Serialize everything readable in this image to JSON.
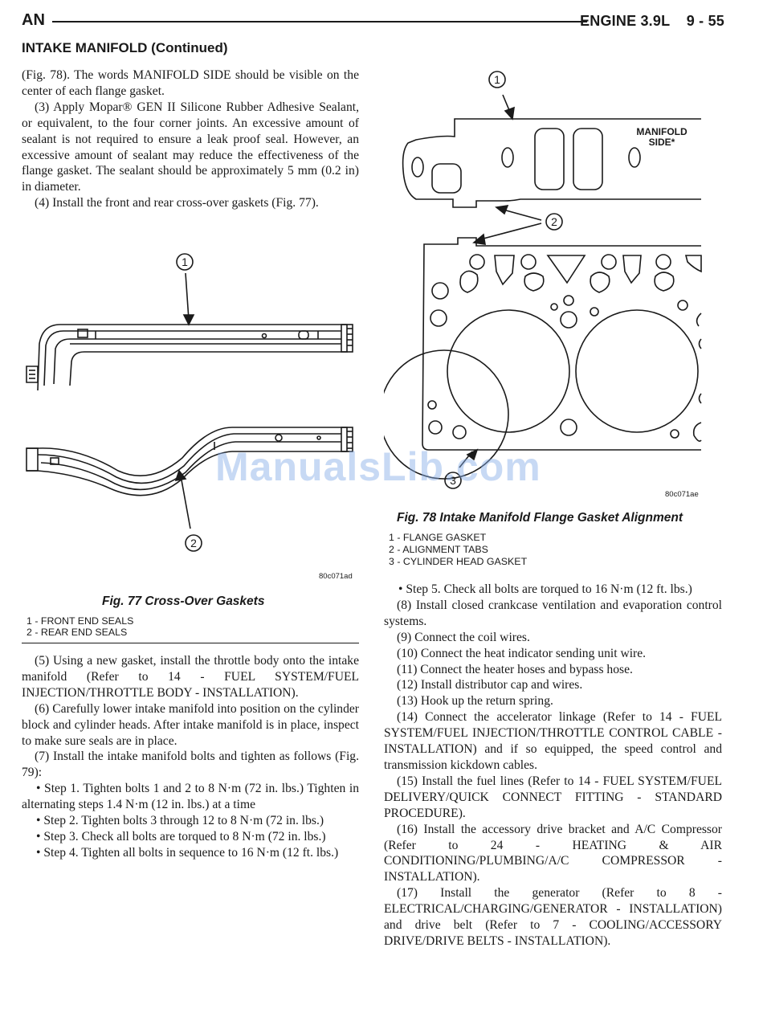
{
  "header": {
    "left": "AN",
    "right": "ENGINE 3.9L    9 - 55"
  },
  "section_title": "INTAKE MANIFOLD (Continued)",
  "left_top_paragraphs": [
    "(Fig. 78). The words MANIFOLD SIDE should be visible on the center of each flange gasket.",
    "(3) Apply Mopar® GEN II Silicone Rubber Adhesive Sealant, or equivalent, to the four corner joints. An excessive amount of sealant is not required to ensure a leak proof seal. However, an excessive amount of sealant may reduce the effectiveness of the flange gasket. The sealant should be approximately 5 mm (0.2 in) in diameter.",
    "(4) Install the front and rear cross-over gaskets (Fig. 77)."
  ],
  "fig77": {
    "callout_1": "1",
    "callout_2": "2",
    "code": "80c071ad",
    "caption": "Fig. 77 Cross-Over Gaskets",
    "legend": [
      "1 - FRONT END SEALS",
      "2 - REAR END SEALS"
    ]
  },
  "left_bottom_paragraphs": [
    "(5) Using a new gasket, install the throttle body onto the intake manifold (Refer to 14 - FUEL SYSTEM/FUEL INJECTION/THROTTLE BODY - INSTALLATION).",
    "(6) Carefully lower intake manifold into position on the cylinder block and cylinder heads. After intake manifold is in place, inspect to make sure seals are in place.",
    "(7) Install the intake manifold bolts and tighten as follows (Fig. 79):",
    "• Step 1. Tighten bolts 1 and 2 to 8 N·m (72 in. lbs.) Tighten in alternating steps 1.4 N·m (12 in. lbs.) at a time",
    "• Step 2. Tighten bolts 3 through 12 to 8 N·m (72 in. lbs.)",
    "• Step 3. Check all bolts are torqued to 8 N·m (72 in. lbs.)",
    "• Step 4. Tighten all bolts in sequence to 16 N·m (12 ft. lbs.)"
  ],
  "fig78": {
    "callout_1": "1",
    "callout_2": "2",
    "callout_3": "3",
    "label_manifold": "MANIFOLD",
    "label_side": "SIDE*",
    "code": "80c071ae",
    "caption": "Fig. 78 Intake Manifold Flange Gasket Alignment",
    "legend": [
      "1 - FLANGE GASKET",
      "2 - ALIGNMENT TABS",
      "3 - CYLINDER HEAD GASKET"
    ]
  },
  "right_bottom_paragraphs": [
    "• Step 5. Check all bolts are torqued to 16 N·m (12 ft. lbs.)",
    "(8) Install closed crankcase ventilation and evaporation control systems.",
    "(9) Connect the coil wires.",
    "(10) Connect the heat indicator sending unit wire.",
    "(11) Connect the heater hoses and bypass hose.",
    "(12) Install distributor cap and wires.",
    "(13) Hook up the return spring.",
    "(14) Connect the accelerator linkage (Refer to 14 - FUEL SYSTEM/FUEL INJECTION/THROTTLE CONTROL CABLE - INSTALLATION) and if so equipped, the speed control and transmission kickdown cables.",
    "(15) Install the fuel lines (Refer to 14 - FUEL SYSTEM/FUEL DELIVERY/QUICK CONNECT FITTING - STANDARD PROCEDURE).",
    "(16) Install the accessory drive bracket and A/C Compressor (Refer to 24 - HEATING & AIR CONDITIONING/PLUMBING/A/C COMPRESSOR - INSTALLATION).",
    "(17) Install the generator (Refer to 8 - ELECTRICAL/CHARGING/GENERATOR - INSTALLATION) and drive belt (Refer to 7 - COOLING/ACCESSORY DRIVE/DRIVE BELTS - INSTALLATION)."
  ],
  "watermark": "ManualsLib.com"
}
